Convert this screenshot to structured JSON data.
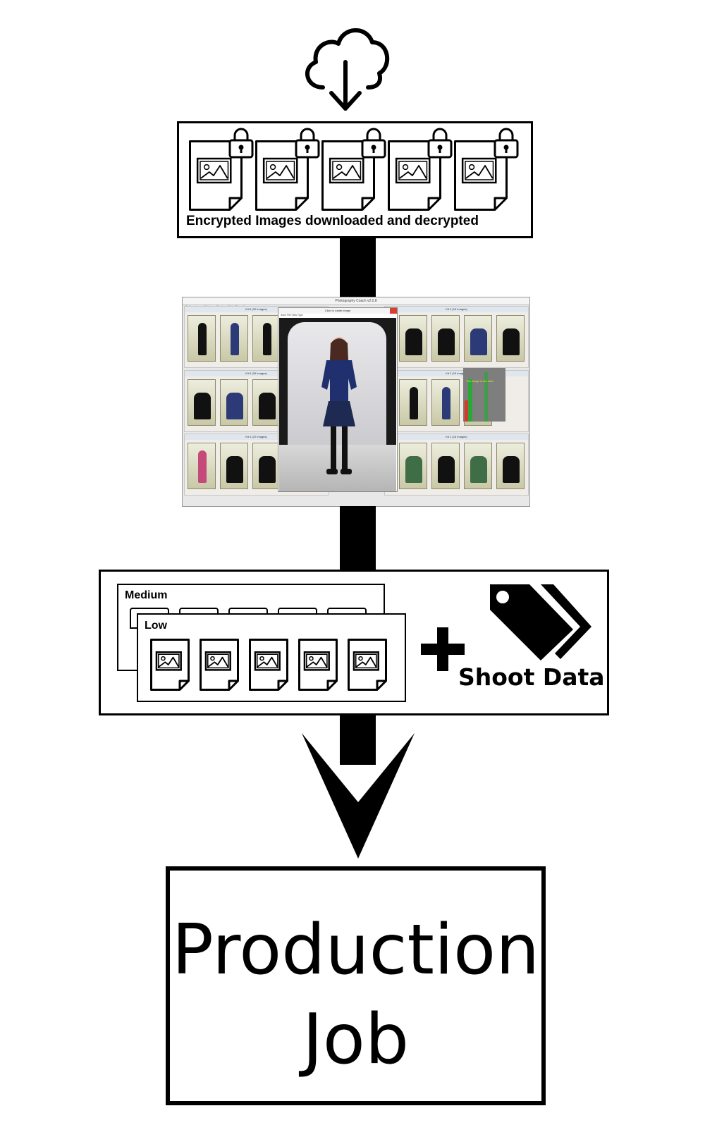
{
  "encrypted_stage": {
    "label": "Encrypted Images downloaded and decrypted",
    "file_count": 5
  },
  "screenshot_stage": {
    "app_title": "Photography Coach v2.0.8",
    "preview_title": "Click to rotate image",
    "preview_menu": "Save File   View Type",
    "menu": "Pattern   Image   Window   ◦ Preview   Mail ◦   Show Items",
    "panels": [
      {
        "title": "Kit 6  (30 Images)"
      },
      {
        "title": "Kit 3  (16 Images)"
      },
      {
        "title": "Kit 5  (26 Images)"
      },
      {
        "title": "Kit 2  (15 Images)"
      },
      {
        "title": "Kit 4  (22 Images)"
      },
      {
        "title": "Kit 1  (16 Images)"
      }
    ],
    "histogram_text": "The image is too dark"
  },
  "output_stage": {
    "medium_label": "Medium",
    "low_label": "Low",
    "plus_symbol": "+",
    "tag_label": "Shoot Data",
    "file_count": 5
  },
  "final_stage": {
    "line1": "Production",
    "line2": "Job"
  },
  "colors": {
    "ink": "#000000",
    "background": "#ffffff"
  }
}
